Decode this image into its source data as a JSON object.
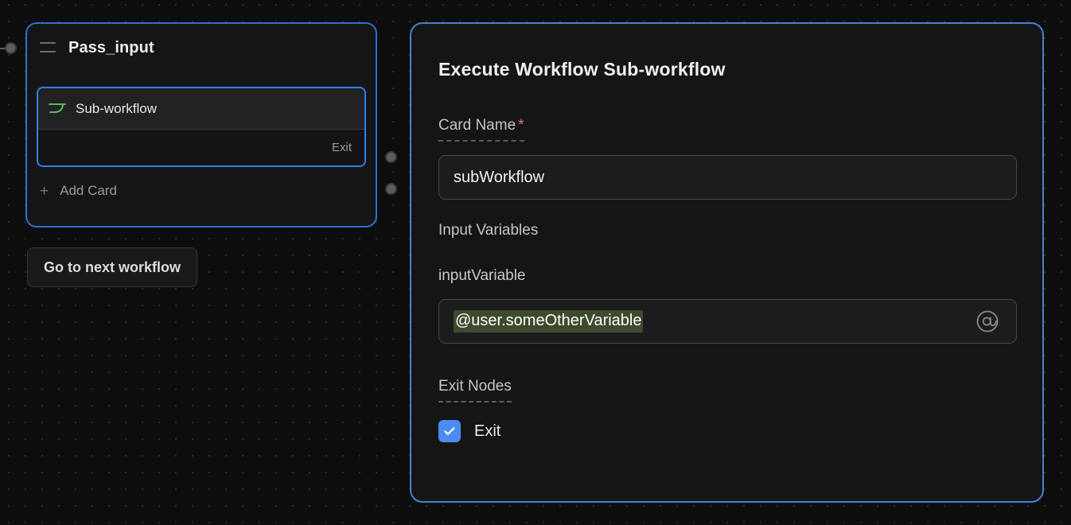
{
  "canvas": {
    "node": {
      "title": "Pass_input",
      "drag_handle_icon": "hamburger-icon",
      "card": {
        "icon": "sub-workflow-icon",
        "label": "Sub-workflow",
        "exit_label": "Exit"
      },
      "add_card": {
        "plus": "+",
        "label": "Add Card"
      }
    },
    "goto_button": {
      "label": "Go to next workflow"
    },
    "ports": {
      "input": "input-port",
      "output_1": "output-port-1",
      "output_2": "output-port-2"
    }
  },
  "detail_panel": {
    "title": "Execute Workflow Sub-workflow",
    "card_name": {
      "label": "Card Name",
      "required_marker": "*",
      "value": "subWorkflow"
    },
    "input_variables": {
      "heading": "Input Variables",
      "variable_name": "inputVariable",
      "variable_value": "@user.someOtherVariable",
      "at_icon": "at-sign-icon"
    },
    "exit_nodes": {
      "heading": "Exit Nodes",
      "items": [
        {
          "label": "Exit",
          "checked": true
        }
      ]
    }
  },
  "colors": {
    "canvas_bg": "#0d0d0d",
    "panel_border_blue": "#4a7fd4",
    "node_border_blue": "#2f6fd0",
    "card_select_blue": "#2f7ff0",
    "checkbox_blue": "#4a8cf0",
    "variable_token_bg": "#3e4a2d",
    "required_red": "#f0736b",
    "sub_workflow_icon_green": "#5cb85c"
  }
}
